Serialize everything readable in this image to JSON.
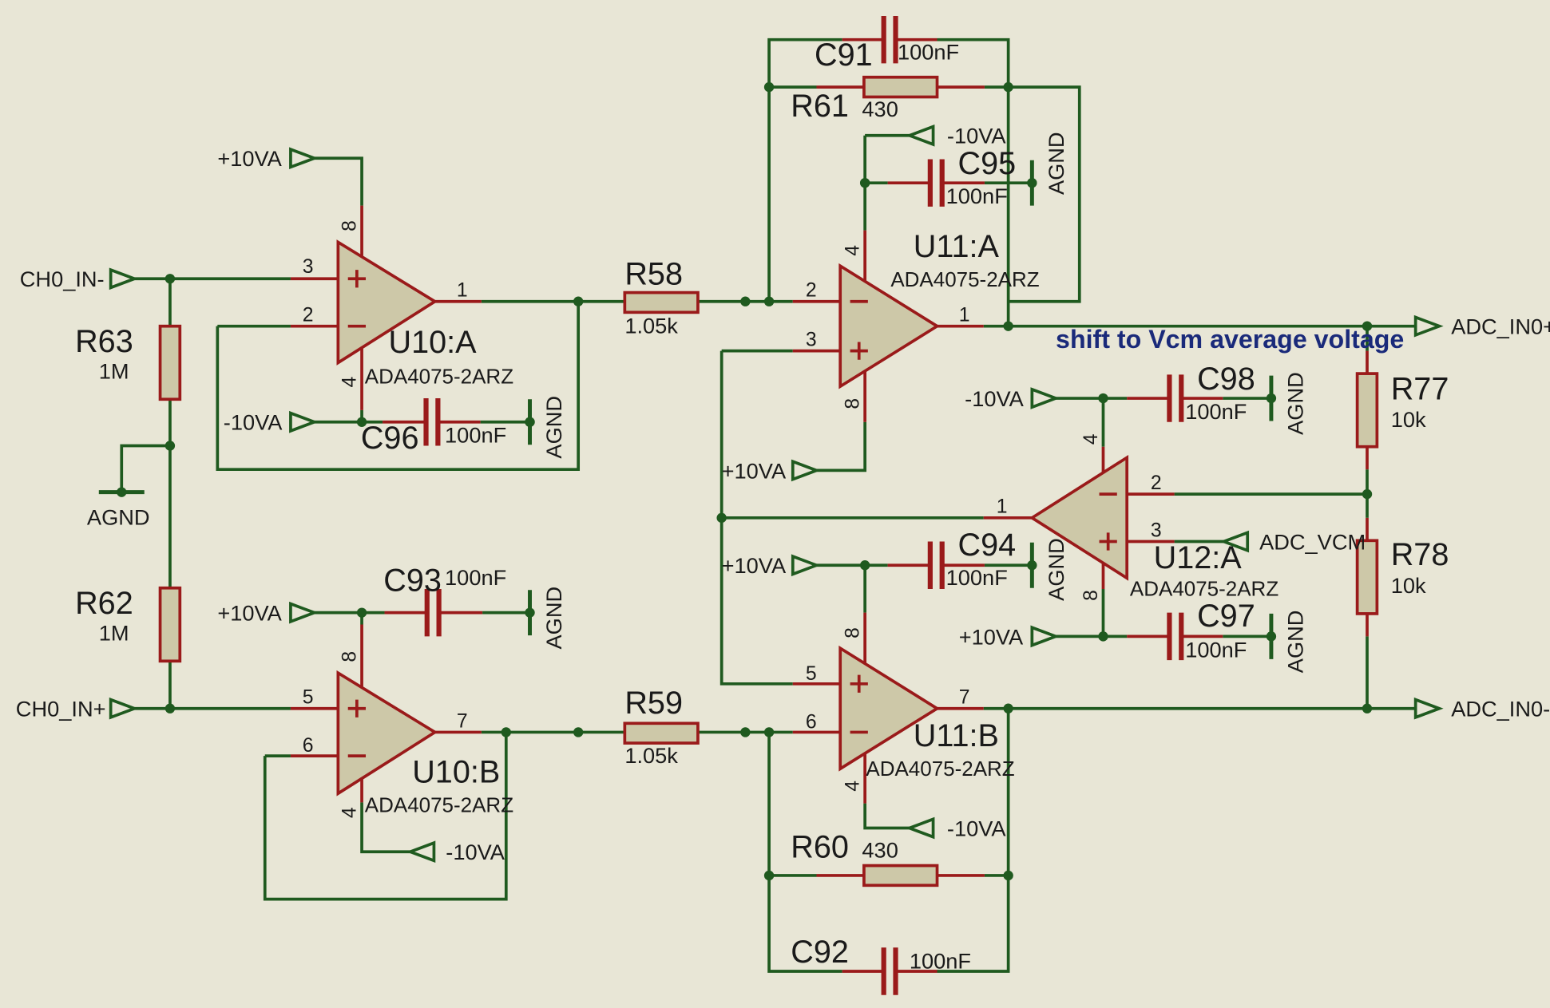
{
  "opamps": [
    {
      "ref": "U10:A",
      "part": "ADA4075-2ARZ",
      "pins": {
        "plus": "3",
        "minus": "2",
        "out": "1",
        "vpos": "8",
        "vneg": "4"
      }
    },
    {
      "ref": "U10:B",
      "part": "ADA4075-2ARZ",
      "pins": {
        "plus": "5",
        "minus": "6",
        "out": "7",
        "vpos": "8",
        "vneg": "4"
      }
    },
    {
      "ref": "U11:A",
      "part": "ADA4075-2ARZ",
      "pins": {
        "minus": "2",
        "plus": "3",
        "out": "1",
        "vneg": "4",
        "vpos": "8"
      }
    },
    {
      "ref": "U11:B",
      "part": "ADA4075-2ARZ",
      "pins": {
        "plus": "5",
        "minus": "6",
        "out": "7",
        "vpos": "8",
        "vneg": "4"
      }
    },
    {
      "ref": "U12:A",
      "part": "ADA4075-2ARZ",
      "pins": {
        "minus": "2",
        "plus": "3",
        "out": "1",
        "vneg": "4",
        "vpos": "8"
      }
    }
  ],
  "resistors": [
    {
      "ref": "R58",
      "value": "1.05k"
    },
    {
      "ref": "R59",
      "value": "1.05k"
    },
    {
      "ref": "R60",
      "value": "430"
    },
    {
      "ref": "R61",
      "value": "430"
    },
    {
      "ref": "R62",
      "value": "1M"
    },
    {
      "ref": "R63",
      "value": "1M"
    },
    {
      "ref": "R77",
      "value": "10k"
    },
    {
      "ref": "R78",
      "value": "10k"
    }
  ],
  "capacitors": [
    {
      "ref": "C91",
      "value": "100nF"
    },
    {
      "ref": "C92",
      "value": "100nF"
    },
    {
      "ref": "C93",
      "value": "100nF"
    },
    {
      "ref": "C94",
      "value": "100nF"
    },
    {
      "ref": "C95",
      "value": "100nF"
    },
    {
      "ref": "C96",
      "value": "100nF"
    },
    {
      "ref": "C97",
      "value": "100nF"
    },
    {
      "ref": "C98",
      "value": "100nF"
    }
  ],
  "nets": {
    "ch0_in_minus": "CH0_IN-",
    "ch0_in_plus": "CH0_IN+",
    "adc_in0_plus": "ADC_IN0+",
    "adc_in0_minus": "ADC_IN0-",
    "adc_vcm": "ADC_VCM",
    "pos_rail": "+10VA",
    "neg_rail": "-10VA",
    "ground": "AGND"
  },
  "annotation": "shift to Vcm average voltage",
  "colors": {
    "background": "#e8e6d6",
    "wire": "#1f5a1f",
    "component": "#9a1a1a",
    "body_fill": "#cdc8a8",
    "note": "#1a2a7a"
  }
}
